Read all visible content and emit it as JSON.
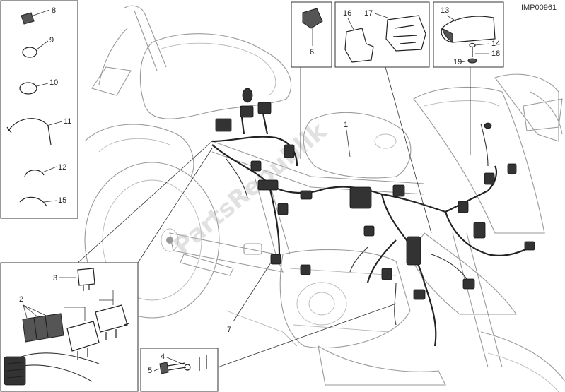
{
  "diagram": {
    "ref_code": "IMP00961",
    "watermark": "PartsRepublik",
    "callouts": {
      "c1": "1",
      "c2": "2",
      "c3": "3",
      "c4": "4",
      "c5": "5",
      "c6": "6",
      "c7": "7",
      "c8": "8",
      "c9": "9",
      "c10": "10",
      "c11": "11",
      "c12": "12",
      "c13": "13",
      "c14": "14",
      "c15": "15",
      "c16": "16",
      "c17": "17",
      "c18": "18",
      "c19": "19"
    }
  }
}
